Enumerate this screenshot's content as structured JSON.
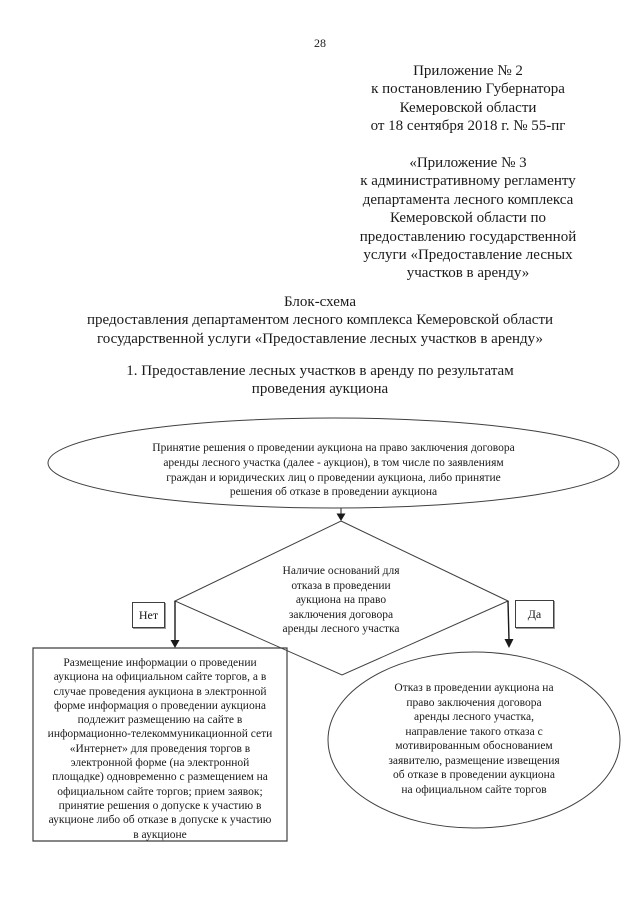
{
  "page": {
    "number": "28"
  },
  "header": {
    "appendix2": [
      "Приложение № 2",
      "к постановлению Губернатора",
      "Кемеровской области",
      "от 18 сентября 2018 г. № 55-пг"
    ],
    "appendix3": [
      "«Приложение № 3",
      "к административному регламенту",
      "департамента лесного комплекса",
      "Кемеровской области по",
      "предоставлению государственной",
      "услуги «Предоставление лесных",
      "участков в аренду»"
    ],
    "title": [
      "Блок-схема",
      "предоставления департаментом лесного комплекса Кемеровской области",
      "государственной услуги «Предоставление лесных участков в аренду»"
    ],
    "section1": [
      "1.  Предоставление лесных участков в аренду по результатам",
      "проведения аукциона"
    ]
  },
  "flowchart": {
    "start_ellipse": [
      "Принятие решения о проведении аукциона на право заключения договора",
      "аренды лесного участка (далее - аукцион), в том числе по заявлениям",
      "граждан и юридических лиц о проведении аукциона, либо принятие",
      "решения об отказе в проведении аукциона"
    ],
    "decision_diamond": [
      "Наличие оснований для",
      "отказа в проведении",
      "аукциона на право",
      "заключения договора",
      "аренды лесного участка"
    ],
    "no_label": "Нет",
    "yes_label": "Да",
    "process_rect": [
      "Размещение информации о проведении",
      "аукциона на официальном сайте торгов, а в",
      "случае проведения аукциона в электронной",
      "форме информация о проведении аукциона",
      "подлежит размещению на сайте в",
      "информационно-телекоммуникационной сети",
      "«Интернет» для проведения торгов в",
      "электронной форме (на электронной",
      "площадке) одновременно с размещением на",
      "официальном сайте торгов; прием заявок;",
      "принятие решения о допуске к участию в",
      "аукционе либо об отказе в допуске к участию",
      "в аукционе"
    ],
    "refusal_ellipse": [
      "Отказ в проведении аукциона на",
      "право заключения договора",
      "аренды лесного участка,",
      "направление такого отказа с",
      "мотивированным обоснованием",
      "заявителю, размещение извещения",
      "об отказе в проведении аукциона",
      "на официальном сайте торгов"
    ]
  },
  "colors": {
    "background": "#ffffff",
    "text": "#1a1a1a",
    "shape_stroke": "#3f3f3f"
  }
}
